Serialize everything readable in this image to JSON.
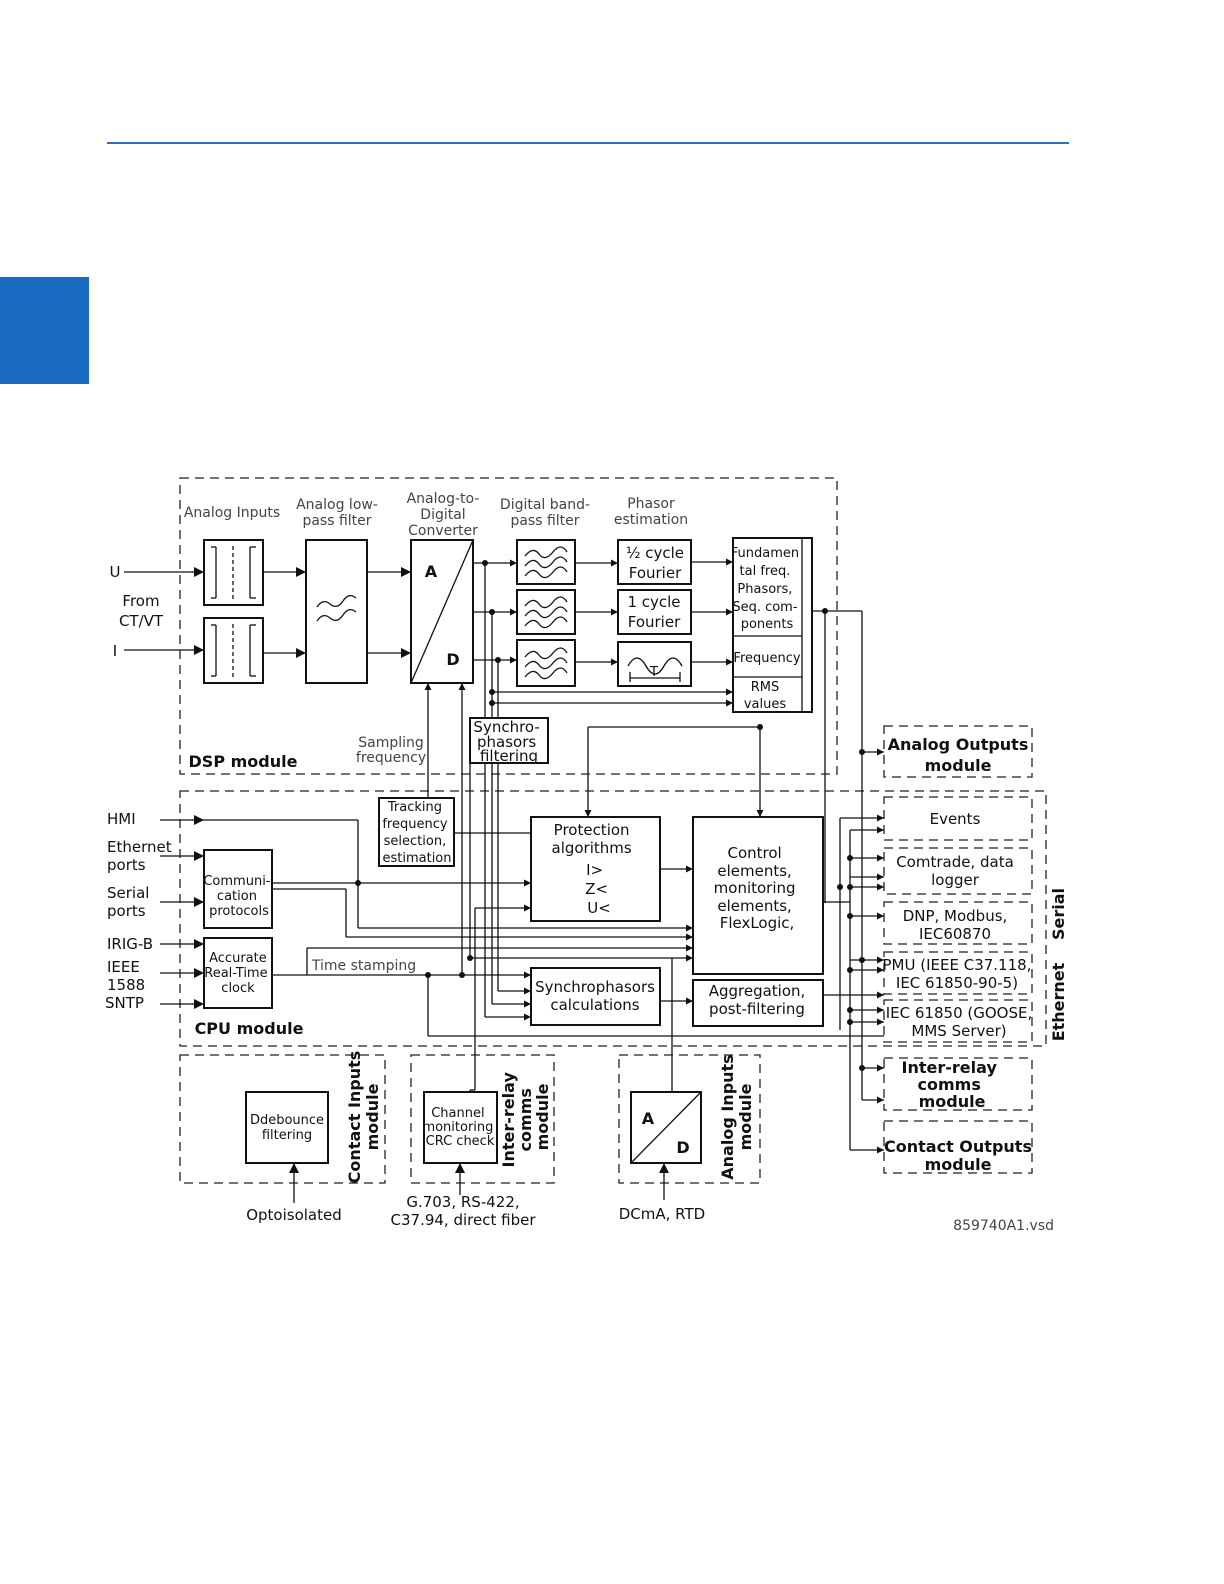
{
  "colors": {
    "rule": "#2f6fbf",
    "tab": "#1a6bbf"
  },
  "dsp": {
    "module_label": "DSP module",
    "analog_inputs": "Analog Inputs",
    "lowpass": [
      "Analog low-",
      "pass filter"
    ],
    "adc": [
      "Analog-to-",
      "Digital",
      "Converter"
    ],
    "adc_a": "A",
    "adc_d": "D",
    "bandpass": [
      "Digital band-",
      "pass filter"
    ],
    "phasor": [
      "Phasor",
      "estimation"
    ],
    "half_cycle": [
      "½ cycle",
      "Fourier"
    ],
    "one_cycle": [
      "1 cycle",
      "Fourier"
    ],
    "period_t": "T",
    "fundamental": [
      "Fundamen",
      "tal freq.",
      "Phasors,",
      "Seq. com-",
      "ponents"
    ],
    "frequency": "Frequency",
    "rms": [
      "RMS",
      "values"
    ],
    "sampling": [
      "Sampling",
      "frequency"
    ],
    "synchro_filter": [
      "Synchro-",
      "phasors",
      "filtering"
    ]
  },
  "inputs": {
    "u": "U",
    "i": "I",
    "from": [
      "From",
      "CT/VT"
    ],
    "hmi": "HMI",
    "ethernet": [
      "Ethernet",
      "ports"
    ],
    "serial": [
      "Serial",
      "ports"
    ],
    "irig": "IRIG-B",
    "ieee": [
      "IEEE",
      "1588"
    ],
    "sntp": "SNTP"
  },
  "cpu": {
    "module_label": "CPU module",
    "comm_protocols": [
      "Communi-",
      "cation",
      "protocols"
    ],
    "rtc": [
      "Accurate",
      "Real-Time",
      "clock"
    ],
    "time_stamping": "Time stamping",
    "tracking": [
      "Tracking",
      "frequency",
      "selection,",
      "estimation"
    ],
    "protection": [
      "Protection",
      "algorithms",
      "I>",
      "Z<",
      "U<"
    ],
    "control": [
      "Control",
      "elements,",
      "monitoring",
      "elements,",
      "FlexLogic,"
    ],
    "synchrophasors": [
      "Synchrophasors",
      "calculations"
    ],
    "aggregation": [
      "Aggregation,",
      "post-filtering"
    ]
  },
  "modules": {
    "contact_inputs": [
      "Contact Inputs",
      "module"
    ],
    "debounce": [
      "Ddebounce",
      "filtering"
    ],
    "optoisolated": "Optoisolated",
    "interrelay": [
      "Inter-relay",
      "comms",
      "module"
    ],
    "channel": [
      "Channel",
      "monitoring",
      "CRC check"
    ],
    "interrelay_media": [
      "G.703, RS-422,",
      "C37.94, direct fiber"
    ],
    "analog_in": [
      "Analog Inputs",
      "module"
    ],
    "ai_a": "A",
    "ai_d": "D",
    "dcma": "DCmA, RTD"
  },
  "outputs": {
    "analog_out": [
      "Analog Outputs",
      "module"
    ],
    "events": "Events",
    "comtrade": [
      "Comtrade, data",
      "logger"
    ],
    "dnp": [
      "DNP, Modbus,",
      "IEC60870"
    ],
    "pmu": [
      "PMU (IEEE C37.118,",
      "IEC 61850-90-5)"
    ],
    "iec61850": [
      "IEC 61850 (GOOSE,",
      "MMS Server)"
    ],
    "serial_label": "Serial",
    "ethernet_label": "Ethernet",
    "interrelay_out": [
      "Inter-relay",
      "comms",
      "module"
    ],
    "contact_out": [
      "Contact Outputs",
      "module"
    ]
  },
  "file_id": "859740A1.vsd"
}
